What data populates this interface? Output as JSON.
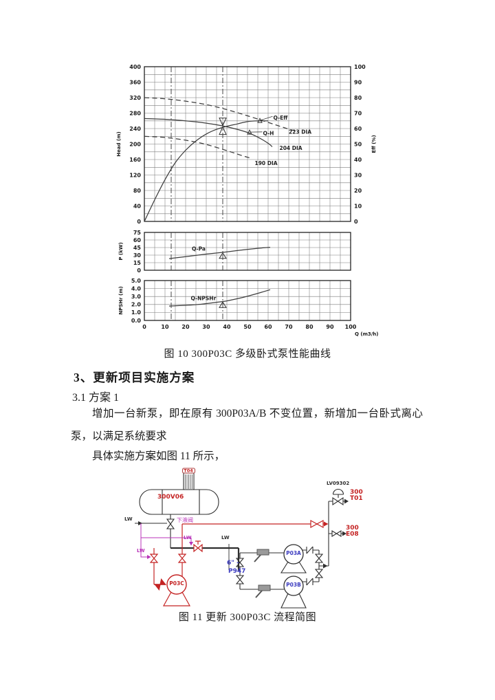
{
  "page": {
    "background": "#ffffff"
  },
  "figure10": {
    "caption": "图 10   300P03C  多级卧式泵性能曲线"
  },
  "section": {
    "heading": "3、更新项目实施方案",
    "sub_heading": "3.1 方案 1",
    "para1": "增加一台新泵，即在原有 300P03A/B 不变位置，新增加一台卧式离心泵，以满足系统要求",
    "para2": "具体实施方案如图 11 所示，"
  },
  "figure11": {
    "caption": "图 11   更新 300P03C 流程简图",
    "labels": {
      "vessel": "300V06",
      "column": "T04",
      "drain_valve": "下液阀",
      "lw1": "LW",
      "lw2": "LW",
      "lw3": "LW",
      "lw4": "LW",
      "pump_new": "P03C",
      "line_size": "6\" -",
      "line_tag": "P947",
      "pump_a": "P03A",
      "pump_b": "P03B",
      "control_valve": "LV09302",
      "dest_t01_line1": "300",
      "dest_t01_line2": "T01",
      "dest_e08_line1": "300",
      "dest_e08_line2": "E08"
    },
    "colors": {
      "new_equipment_red": "#c42323",
      "utility_magenta": "#b832b8",
      "tag_blue": "#3b3bc0",
      "line_black": "#2e2e2e"
    }
  },
  "chart_data": {
    "type": "line",
    "title": "300P03C 多级卧式泵性能曲线",
    "xlabel": "Q (m3/h)",
    "xlim": [
      0,
      100
    ],
    "x_tick_step": 10,
    "x_grid_step": 5,
    "reference_lines_x": [
      13,
      38
    ],
    "panels": [
      {
        "ylabel": "Head (m)",
        "ylim": [
          0,
          400
        ],
        "y_tick_step": 40,
        "y_grid_step": 20,
        "y2label": "Eff (%)",
        "y2lim": [
          0,
          100
        ],
        "y2_tick_step": 10,
        "series": [
          {
            "name": "Q-H 223 DIA",
            "style": "dashed",
            "points": [
              [
                0,
                320
              ],
              [
                10,
                317
              ],
              [
                20,
                311
              ],
              [
                30,
                302
              ],
              [
                40,
                289
              ],
              [
                50,
                273
              ],
              [
                60,
                256
              ],
              [
                68,
                242
              ],
              [
                73,
                234
              ]
            ]
          },
          {
            "name": "Q-H 204 DIA",
            "style": "solid",
            "points": [
              [
                0,
                266
              ],
              [
                10,
                264
              ],
              [
                20,
                260
              ],
              [
                30,
                254
              ],
              [
                38,
                247
              ],
              [
                45,
                238
              ],
              [
                50,
                230
              ],
              [
                55,
                218
              ],
              [
                60,
                202
              ],
              [
                62,
                193
              ]
            ]
          },
          {
            "name": "Q-H 190 DIA",
            "style": "dashed",
            "points": [
              [
                0,
                220
              ],
              [
                10,
                217
              ],
              [
                20,
                210
              ],
              [
                30,
                199
              ],
              [
                40,
                183
              ],
              [
                48,
                169
              ],
              [
                52,
                163
              ]
            ]
          },
          {
            "name": "Q-Eff",
            "style": "solid",
            "axis": "y2",
            "points": [
              [
                0,
                0
              ],
              [
                5,
                14
              ],
              [
                10,
                27
              ],
              [
                15,
                38
              ],
              [
                20,
                46
              ],
              [
                25,
                52
              ],
              [
                30,
                56.5
              ],
              [
                35,
                59.5
              ],
              [
                40,
                61.5
              ],
              [
                45,
                63
              ],
              [
                50,
                64.5
              ],
              [
                55,
                65
              ],
              [
                60,
                65
              ]
            ]
          }
        ],
        "annotations": [
          {
            "text": "Q-Eff",
            "x": 62.5,
            "y": 268,
            "leader": [
              56,
              261
            ]
          },
          {
            "text": "Q-H",
            "x": 57.5,
            "y": 228,
            "leader": [
              51,
              231
            ]
          },
          {
            "text": "223 DIA",
            "x": 70,
            "y": 231
          },
          {
            "text": "204 DIA",
            "x": 65.5,
            "y": 189
          },
          {
            "text": "190 DIA",
            "x": 53.5,
            "y": 150
          }
        ],
        "marker": {
          "shape": "hourglass",
          "x": 38,
          "y": 246
        }
      },
      {
        "ylabel": "P (kW)",
        "ylim": [
          0,
          75
        ],
        "y_tick_step": 15,
        "y_grid_step": 15,
        "series": [
          {
            "name": "Q-Pa",
            "style": "solid",
            "points": [
              [
                12,
                23
              ],
              [
                20,
                27
              ],
              [
                30,
                32
              ],
              [
                38,
                35.5
              ],
              [
                45,
                39
              ],
              [
                55,
                43.5
              ],
              [
                61,
                45.5
              ]
            ]
          }
        ],
        "annotations": [
          {
            "text": "Q-Pa",
            "x": 23,
            "y": 42
          }
        ],
        "marker": {
          "shape": "triangle",
          "x": 38,
          "y": 35
        }
      },
      {
        "ylabel": "NPSHr (m)",
        "ylim": [
          0,
          5
        ],
        "y_tick_step": 1,
        "y_grid_step": 1,
        "y_decimals": 1,
        "series": [
          {
            "name": "Q-NPSHr",
            "style": "solid",
            "points": [
              [
                12,
                1.8
              ],
              [
                20,
                1.9
              ],
              [
                28,
                2.05
              ],
              [
                36,
                2.3
              ],
              [
                40,
                2.45
              ],
              [
                48,
                2.9
              ],
              [
                55,
                3.4
              ],
              [
                61,
                3.85
              ]
            ]
          }
        ],
        "annotations": [
          {
            "text": "Q-NPSHr",
            "x": 22.5,
            "y": 2.75
          }
        ],
        "marker": {
          "shape": "triangle",
          "x": 38,
          "y": 2.35
        }
      }
    ]
  }
}
